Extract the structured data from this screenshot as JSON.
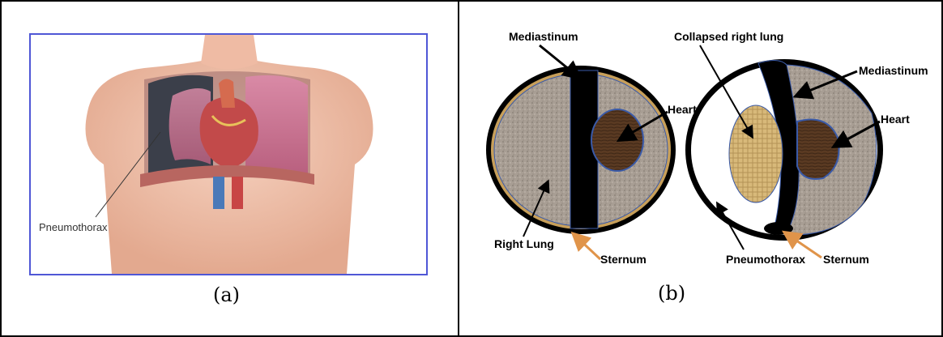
{
  "panel_a": {
    "caption": "(a)",
    "label_pneumothorax": "Pneumothorax"
  },
  "panel_b": {
    "caption": "(b)",
    "labels": {
      "mediastinum_left": "Mediastinum",
      "collapsed_right_lung": "Collapsed right lung",
      "mediastinum_right": "Mediastinum",
      "heart_left": "Heart",
      "heart_right": "Heart",
      "right_lung": "Right Lung",
      "sternum_left": "Sternum",
      "pneumothorax": "Pneumothorax",
      "sternum_right": "Sternum"
    }
  },
  "colors": {
    "panel_border": "#4f57d6",
    "lung_texture": "#a89e94",
    "heart": "#5a3a22",
    "collapsed_lung": "#d8b97a",
    "mediastinum": "#000000",
    "sternum_arrow": "#e0944a"
  }
}
